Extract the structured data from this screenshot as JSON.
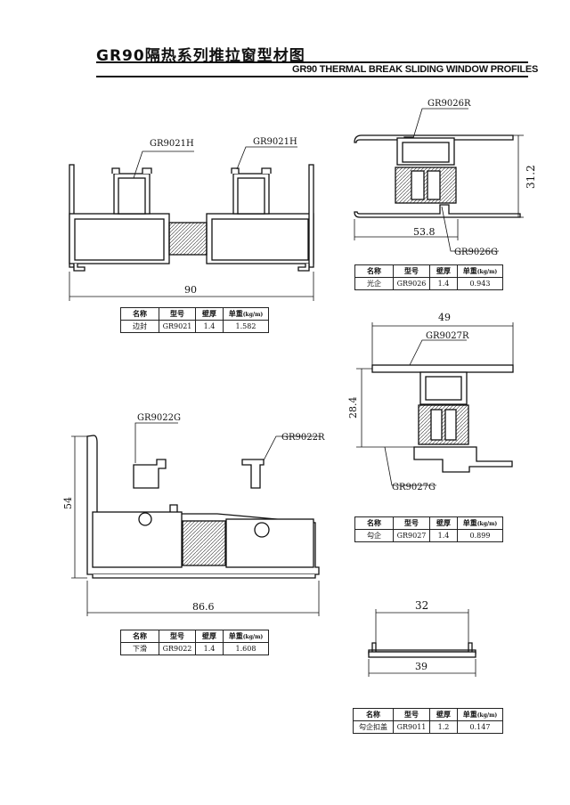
{
  "header": {
    "title_cn": "GR90隔热系列推拉窗型材图",
    "title_en": "GR90 THERMAL BREAK SLIDING WINDOW PROFILES"
  },
  "colors": {
    "profile_fill": "#ffffff",
    "strip_fill": "#d8d8d8",
    "ink": "#111111"
  },
  "table_headers": {
    "name": "名称",
    "model": "型号",
    "wall": "壁厚",
    "weight": "单重",
    "weight_unit": "(kg/m)"
  },
  "profiles": {
    "gr9021": {
      "callouts": [
        "GR9021H",
        "GR9021H"
      ],
      "dims": {
        "width": "90"
      },
      "spec": {
        "name": "边封",
        "model": "GR9021",
        "wall": "1.4",
        "weight": "1.582"
      }
    },
    "gr9026": {
      "callouts": [
        "GR9026R",
        "GR9026G"
      ],
      "dims": {
        "height": "31.2",
        "width": "53.8"
      },
      "spec": {
        "name": "光企",
        "model": "GR9026",
        "wall": "1.4",
        "weight": "0.943"
      }
    },
    "gr9027": {
      "callouts": [
        "GR9027R",
        "GR9027G"
      ],
      "dims": {
        "width": "49",
        "height": "28.4"
      },
      "spec": {
        "name": "勾企",
        "model": "GR9027",
        "wall": "1.4",
        "weight": "0.899"
      }
    },
    "gr9022": {
      "callouts": [
        "GR9022G",
        "GR9022R"
      ],
      "dims": {
        "height": "54",
        "width": "86.6"
      },
      "spec": {
        "name": "下滑",
        "model": "GR9022",
        "wall": "1.4",
        "weight": "1.608"
      }
    },
    "gr9011": {
      "dims": {
        "top": "32",
        "bottom": "39"
      },
      "spec": {
        "name": "勾企扣盖",
        "model": "GR9011",
        "wall": "1.2",
        "weight": "0.147"
      }
    }
  }
}
